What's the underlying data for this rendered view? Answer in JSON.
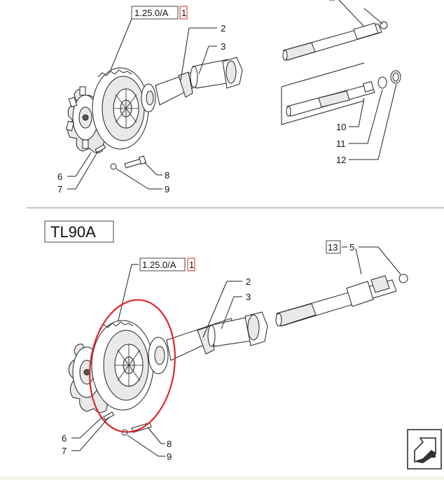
{
  "upper_view": {
    "ref_code": "1.25.0/A",
    "ref_page": "1",
    "callouts": [
      "2",
      "3",
      "6",
      "7",
      "8",
      "9",
      "10",
      "11",
      "12"
    ]
  },
  "lower_view": {
    "model": "TL90A",
    "ref_code": "1.25.0/A",
    "ref_page": "1",
    "ref_13": "13",
    "callouts": [
      "2",
      "3",
      "5",
      "6",
      "7",
      "8",
      "9"
    ]
  },
  "colors": {
    "highlight": "#e0282a",
    "ref_box_border": "#d12a2a"
  },
  "icons": {
    "nav": "arrow-icon"
  }
}
